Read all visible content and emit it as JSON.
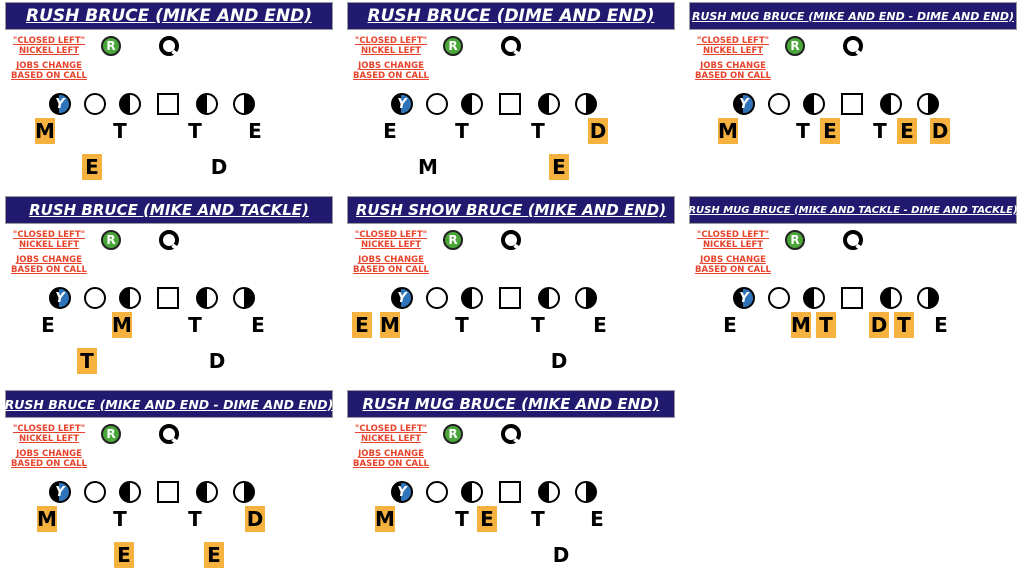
{
  "colors": {
    "header_bg": "#221a6f",
    "note": "#e8432c",
    "highlight": "#f5b23f",
    "r_circle": "#4aa63a",
    "y_circle": "#2f74b8"
  },
  "common": {
    "note1_line1": "\"CLOSED LEFT\"",
    "note1_line2": "NICKEL LEFT",
    "note2_line1": "JOBS CHANGE",
    "note2_line2": "BASED ON CALL",
    "r_label": "R",
    "q_label": "Q",
    "y_label": "Y"
  },
  "panels": [
    {
      "title": "RUSH BRUCE (MIKE AND END)",
      "row1": [
        {
          "l": "M",
          "h": true
        },
        {
          "l": "T",
          "h": false
        },
        {
          "l": "T",
          "h": false
        },
        {
          "l": "E",
          "h": false
        }
      ],
      "row2": [
        {
          "l": "E",
          "h": true
        },
        {
          "l": "D",
          "h": false
        }
      ]
    },
    {
      "title": "RUSH BRUCE (DIME AND END)",
      "row1": [
        {
          "l": "E",
          "h": false
        },
        {
          "l": "T",
          "h": false
        },
        {
          "l": "T",
          "h": false
        },
        {
          "l": "D",
          "h": true
        }
      ],
      "row2": [
        {
          "l": "M",
          "h": false
        },
        {
          "l": "E",
          "h": true
        }
      ]
    },
    {
      "title": "RUSH MUG BRUCE (MIKE AND END - DIME AND END)",
      "row1": [
        {
          "l": "M",
          "h": true
        },
        {
          "l": "T",
          "h": false
        },
        {
          "l": "E",
          "h": true
        },
        {
          "l": "T",
          "h": false
        },
        {
          "l": "E",
          "h": true
        },
        {
          "l": "D",
          "h": true
        }
      ],
      "row2": []
    },
    {
      "title": "RUSH BRUCE (MIKE AND TACKLE)",
      "row1": [
        {
          "l": "E",
          "h": false
        },
        {
          "l": "M",
          "h": true
        },
        {
          "l": "T",
          "h": false
        },
        {
          "l": "E",
          "h": false
        }
      ],
      "row2": [
        {
          "l": "T",
          "h": true
        },
        {
          "l": "D",
          "h": false
        }
      ]
    },
    {
      "title": "RUSH SHOW BRUCE (MIKE AND END)",
      "row1": [
        {
          "l": "E",
          "h": true
        },
        {
          "l": "M",
          "h": true
        },
        {
          "l": "T",
          "h": false
        },
        {
          "l": "T",
          "h": false
        },
        {
          "l": "E",
          "h": false
        }
      ],
      "row2": [
        {
          "l": "D",
          "h": false
        }
      ]
    },
    {
      "title": "RUSH MUG BRUCE (MIKE AND TACKLE - DIME AND TACKLE)",
      "row1": [
        {
          "l": "E",
          "h": false
        },
        {
          "l": "M",
          "h": true
        },
        {
          "l": "T",
          "h": true
        },
        {
          "l": "D",
          "h": true
        },
        {
          "l": "T",
          "h": true
        },
        {
          "l": "E",
          "h": false
        }
      ],
      "row2": []
    },
    {
      "title": "RUSH BRUCE (MIKE AND END - DIME AND END)",
      "row1": [
        {
          "l": "M",
          "h": true
        },
        {
          "l": "T",
          "h": false
        },
        {
          "l": "T",
          "h": false
        },
        {
          "l": "D",
          "h": true
        }
      ],
      "row2": [
        {
          "l": "E",
          "h": true
        },
        {
          "l": "E",
          "h": true
        }
      ]
    },
    {
      "title": "RUSH MUG BRUCE (MIKE AND END)",
      "row1": [
        {
          "l": "M",
          "h": true
        },
        {
          "l": "T",
          "h": false
        },
        {
          "l": "E",
          "h": true
        },
        {
          "l": "T",
          "h": false
        },
        {
          "l": "E",
          "h": false
        }
      ],
      "row2": [
        {
          "l": "D",
          "h": false
        }
      ]
    }
  ]
}
